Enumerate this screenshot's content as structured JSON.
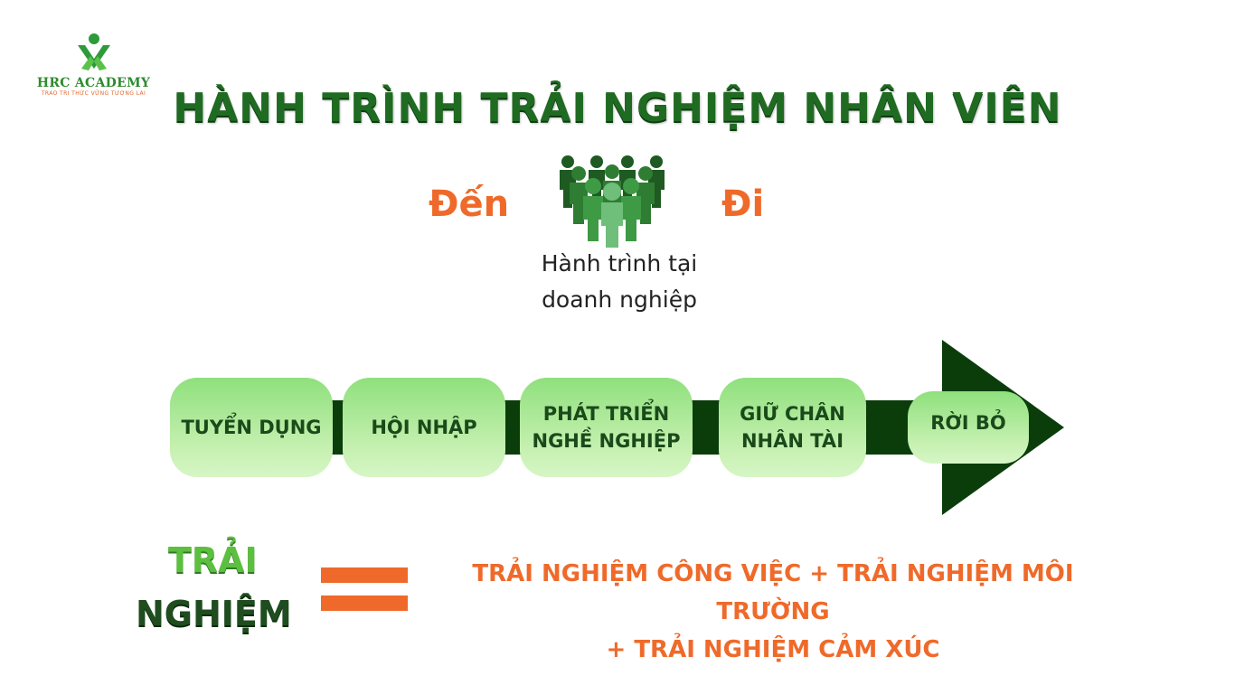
{
  "logo": {
    "name": "HRC ACADEMY",
    "tagline": "TRAO TRI THỨC VỮNG TƯƠNG LAI",
    "icon": "hrc-logo-icon"
  },
  "title": "HÀNH TRÌNH TRẢI NGHIỆM NHÂN VIÊN",
  "journey": {
    "start_label": "Đến",
    "end_label": "Đi",
    "people_icon": "people-group-icon",
    "caption_line1": "Hành trình tại",
    "caption_line2": "doanh nghiệp"
  },
  "stages": [
    {
      "line1": "TUYỂN DỤNG",
      "line2": ""
    },
    {
      "line1": "HỘI NHẬP",
      "line2": ""
    },
    {
      "line1": "PHÁT TRIỂN",
      "line2": "NGHỀ NGHIỆP"
    },
    {
      "line1": "GIỮ CHÂN",
      "line2": "NHÂN TÀI"
    },
    {
      "line1": "RỜI BỎ",
      "line2": ""
    }
  ],
  "equation": {
    "left_line1": "TRẢI",
    "left_line2": "NGHIỆM",
    "operator_icon": "equals-sign-icon",
    "right_line1": "TRẢI NGHIỆM CÔNG VIỆC + TRẢI NGHIỆM MÔI TRƯỜNG",
    "right_line2": "+ TRẢI NGHIỆM CẢM XÚC"
  },
  "colors": {
    "dark_green": "#0b3d0b",
    "accent_orange": "#ef6a2a",
    "light_green": "#a8e892"
  }
}
